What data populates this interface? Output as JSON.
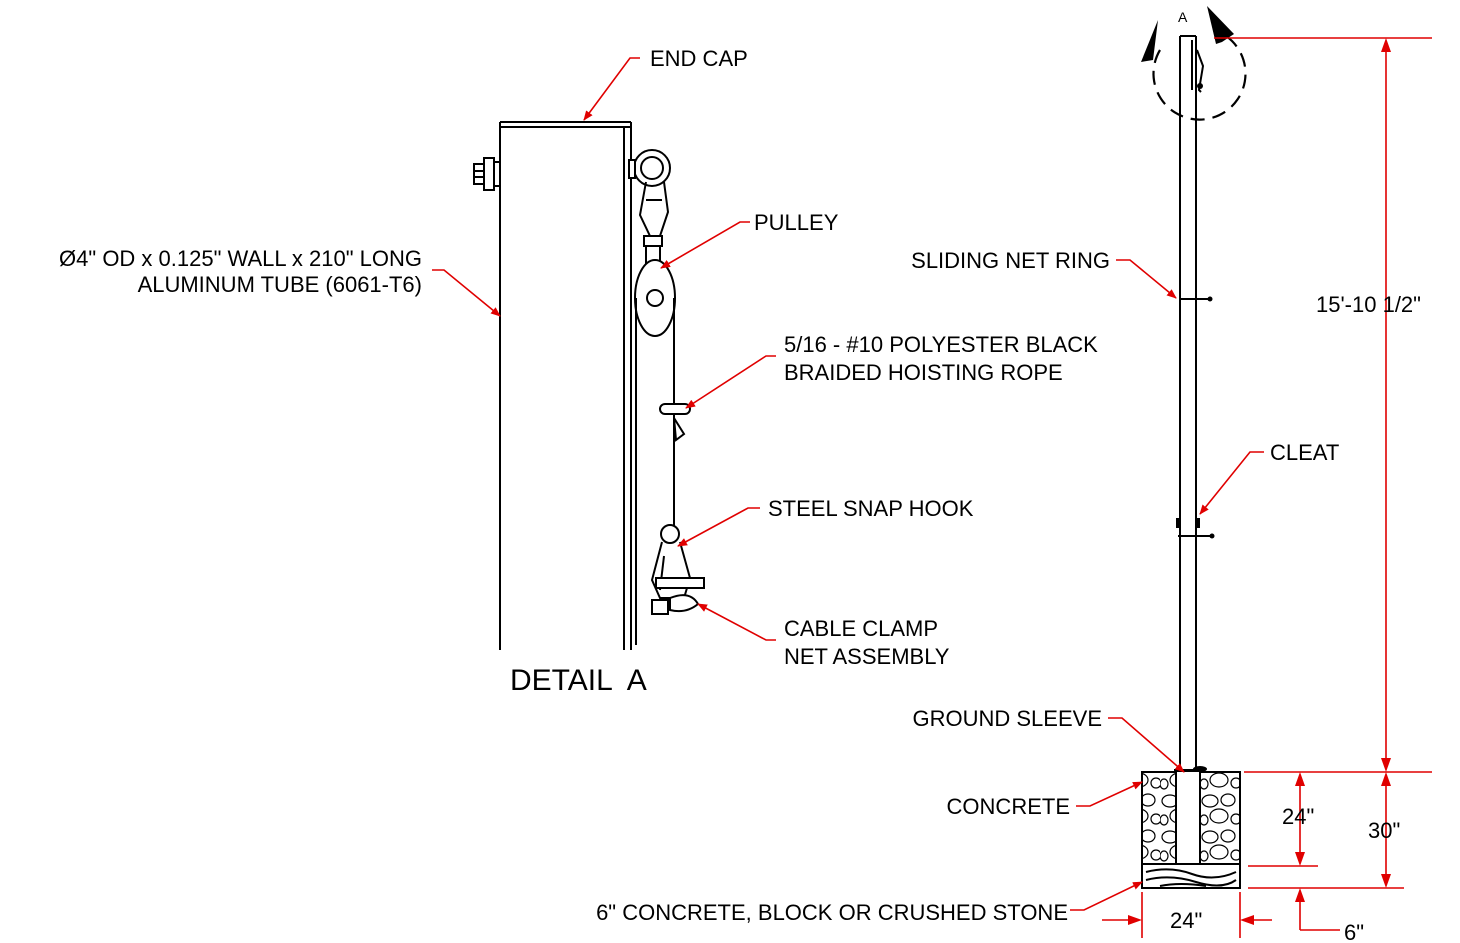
{
  "detail": {
    "title": "DETAIL  A",
    "callouts": {
      "end_cap": "END CAP",
      "tube_line1": "Ø4\" OD x 0.125\" WALL x 210\" LONG",
      "tube_line2": "ALUMINUM TUBE (6061-T6)",
      "pulley": "PULLEY",
      "rope_line1": "5/16 - #10 POLYESTER BLACK",
      "rope_line2": "BRAIDED HOISTING ROPE",
      "snap_hook": "STEEL SNAP HOOK",
      "clamp_line1": "CABLE CLAMP",
      "clamp_line2": "NET ASSEMBLY"
    }
  },
  "elevation": {
    "section_marker": "A",
    "callouts": {
      "sliding_net_ring": "SLIDING NET RING",
      "cleat": "CLEAT",
      "ground_sleeve": "GROUND SLEEVE",
      "concrete": "CONCRETE",
      "base": "6\" CONCRETE, BLOCK OR CRUSHED STONE"
    },
    "dimensions": {
      "pole_height": "15'-10 1/2\"",
      "sleeve_depth": "24\"",
      "footing_depth": "30\"",
      "footing_width": "24\"",
      "base_depth": "6\""
    }
  }
}
